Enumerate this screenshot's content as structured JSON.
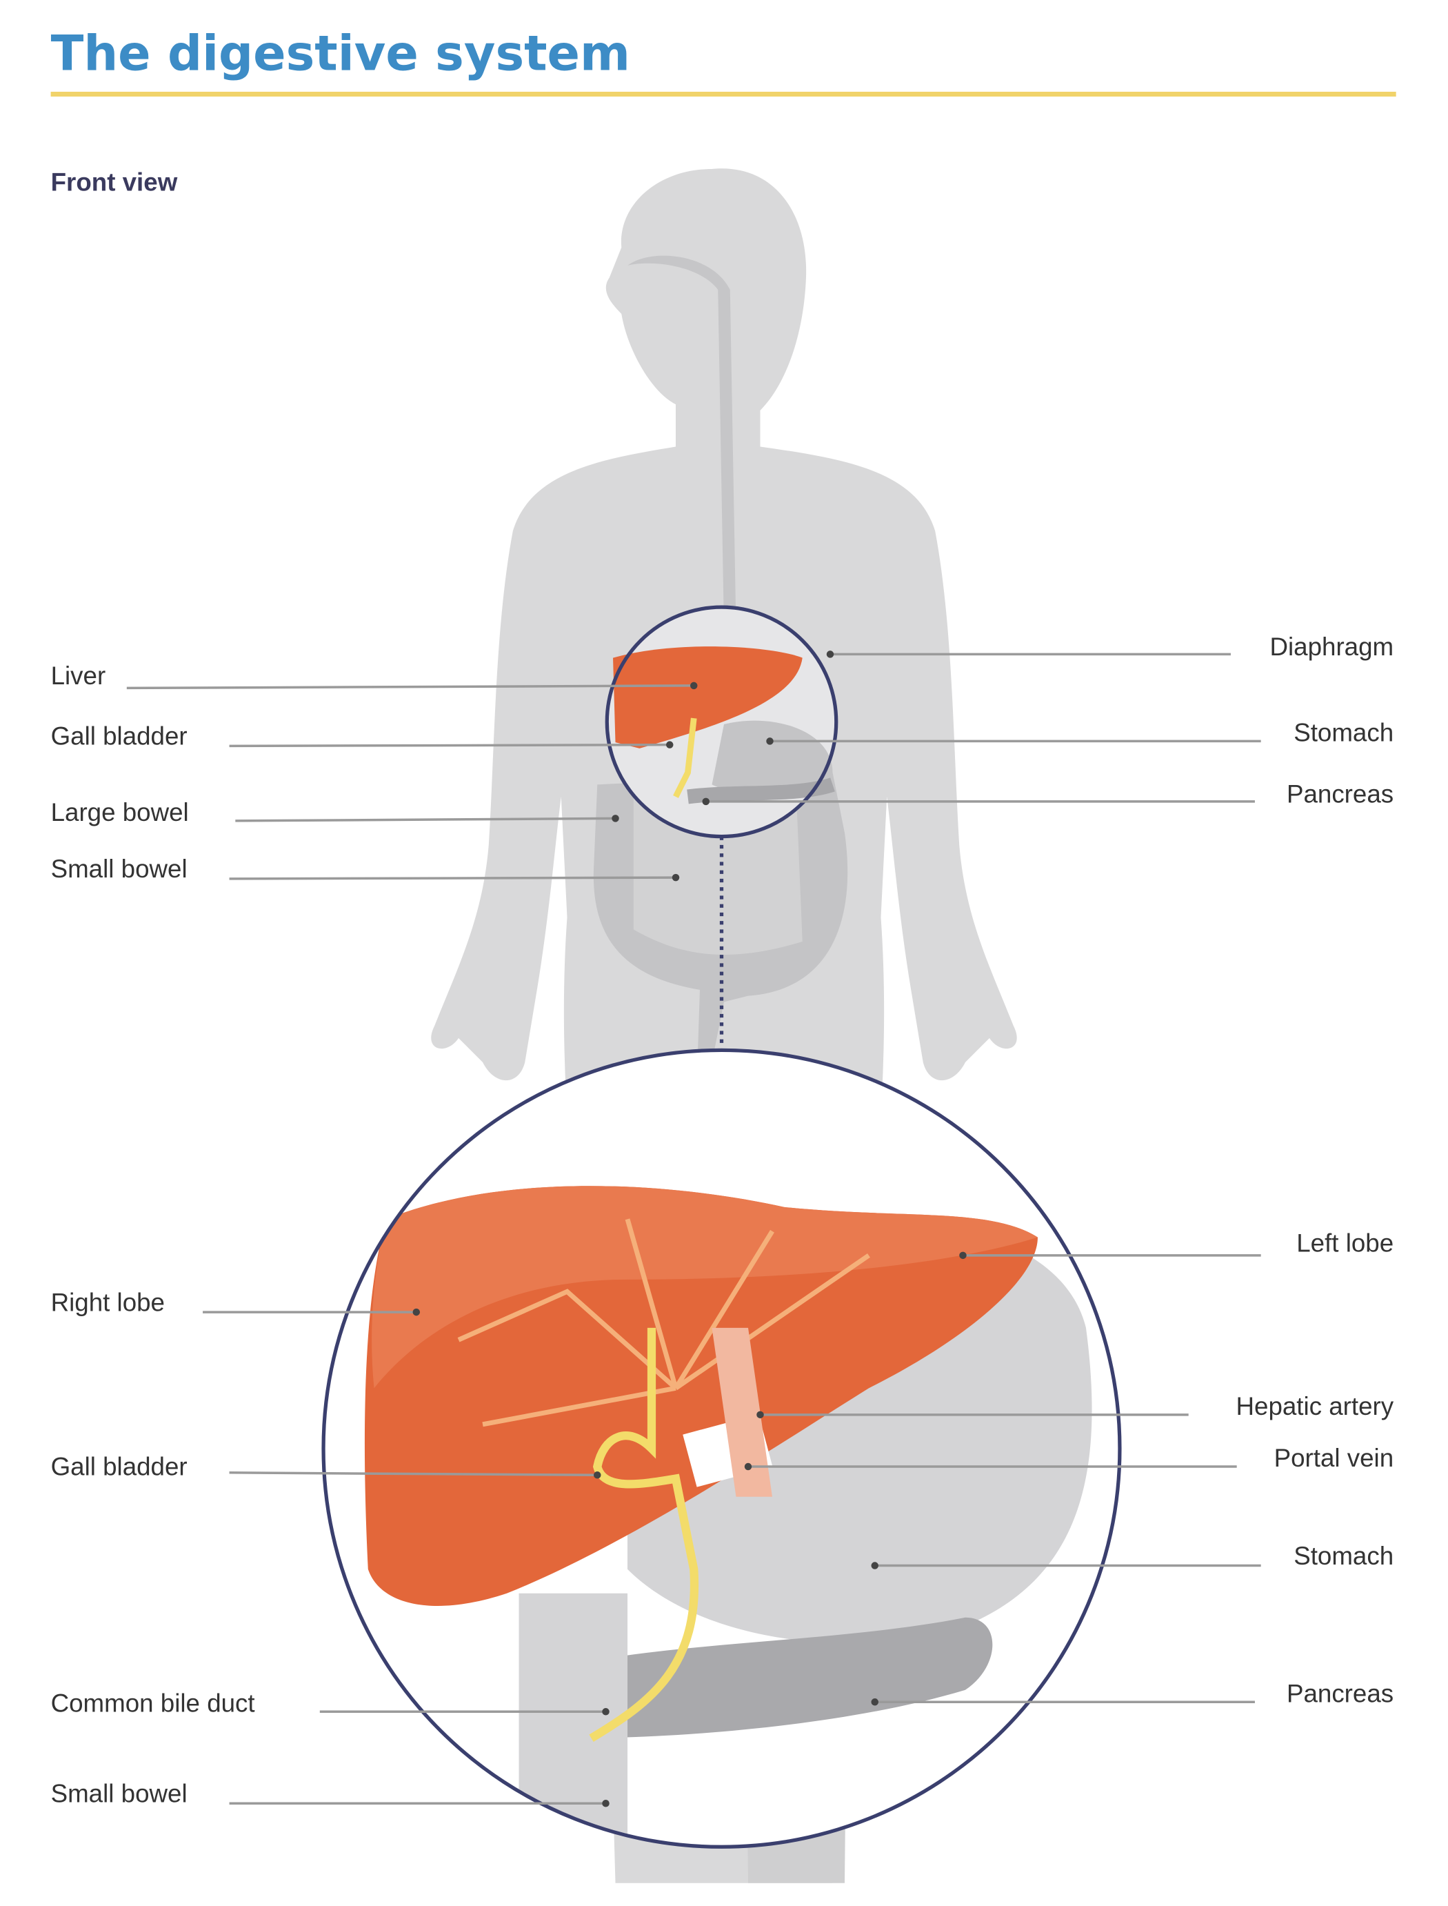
{
  "title": "The digestive system",
  "subtitle": "Front view",
  "colors": {
    "title": "#3d8cc6",
    "rule": "#f1d36a",
    "body": "#d9d9da",
    "organ_gray": "#bdbdbf",
    "liver": "#e3673a",
    "bile": "#f3dc6a",
    "circle": "#3a3f6e"
  },
  "labels": {
    "top_left": [
      "Liver",
      "Gall bladder",
      "Large bowel",
      "Small bowel"
    ],
    "top_right": [
      "Diaphragm",
      "Stomach",
      "Pancreas"
    ],
    "bottom_left": [
      "Right lobe",
      "Gall bladder",
      "Common bile duct",
      "Small bowel"
    ],
    "bottom_right": [
      "Left lobe",
      "Hepatic artery",
      "Portal vein",
      "Stomach",
      "Pancreas"
    ]
  }
}
